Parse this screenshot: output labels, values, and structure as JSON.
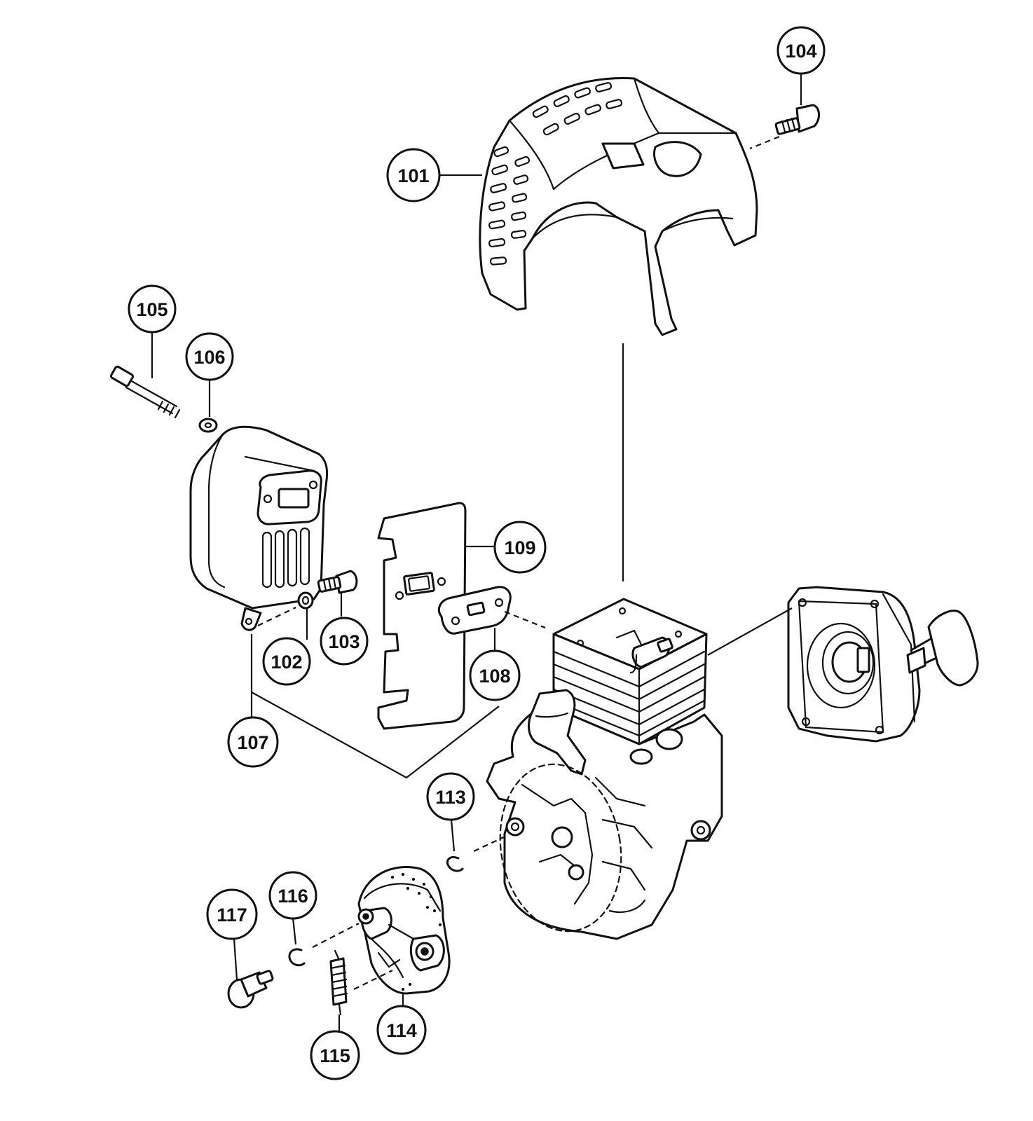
{
  "diagram": {
    "callouts": [
      {
        "label": "101"
      },
      {
        "label": "102"
      },
      {
        "label": "103"
      },
      {
        "label": "104"
      },
      {
        "label": "105"
      },
      {
        "label": "106"
      },
      {
        "label": "107"
      },
      {
        "label": "108"
      },
      {
        "label": "109"
      },
      {
        "label": "113"
      },
      {
        "label": "114"
      },
      {
        "label": "115"
      },
      {
        "label": "116"
      },
      {
        "label": "117"
      }
    ],
    "colors": {
      "ink": "#111111",
      "paper": "#ffffff"
    }
  }
}
